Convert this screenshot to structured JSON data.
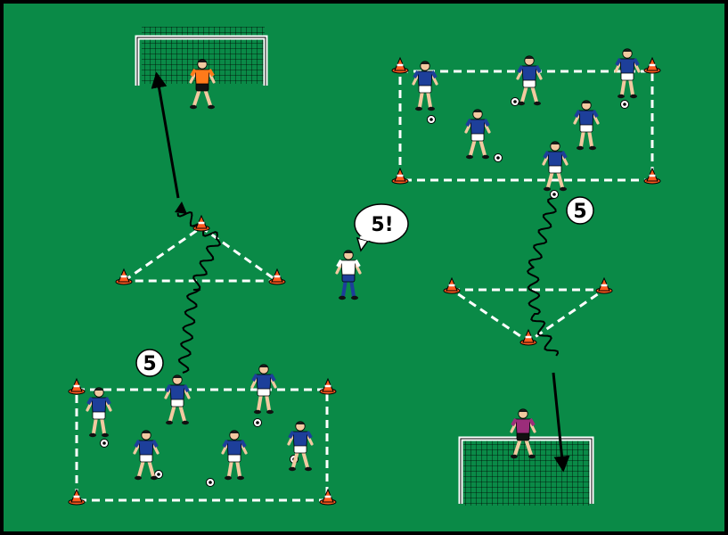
{
  "colors": {
    "pitch": "#0a8a47",
    "border": "#000000",
    "cone": "#ff5a1f",
    "cone_stripe": "#ffffff",
    "player_shirt": "#1d3f9a",
    "player_shorts": "#ffffff",
    "goalkeeper_top_shirt": "#ff7a1a",
    "goalkeeper_bottom_shirt": "#9b2d7a",
    "coach_shirt": "#ffffff",
    "coach_trousers": "#1d3f9a",
    "line": "#ffffff",
    "arrow": "#000000"
  },
  "labels": {
    "left_count": "5",
    "right_count": "5",
    "coach_call": "5!"
  },
  "icons": {
    "cone": "training-cone-icon",
    "player": "player-icon",
    "ball": "soccer-ball-icon",
    "goal": "goal-net-icon"
  }
}
